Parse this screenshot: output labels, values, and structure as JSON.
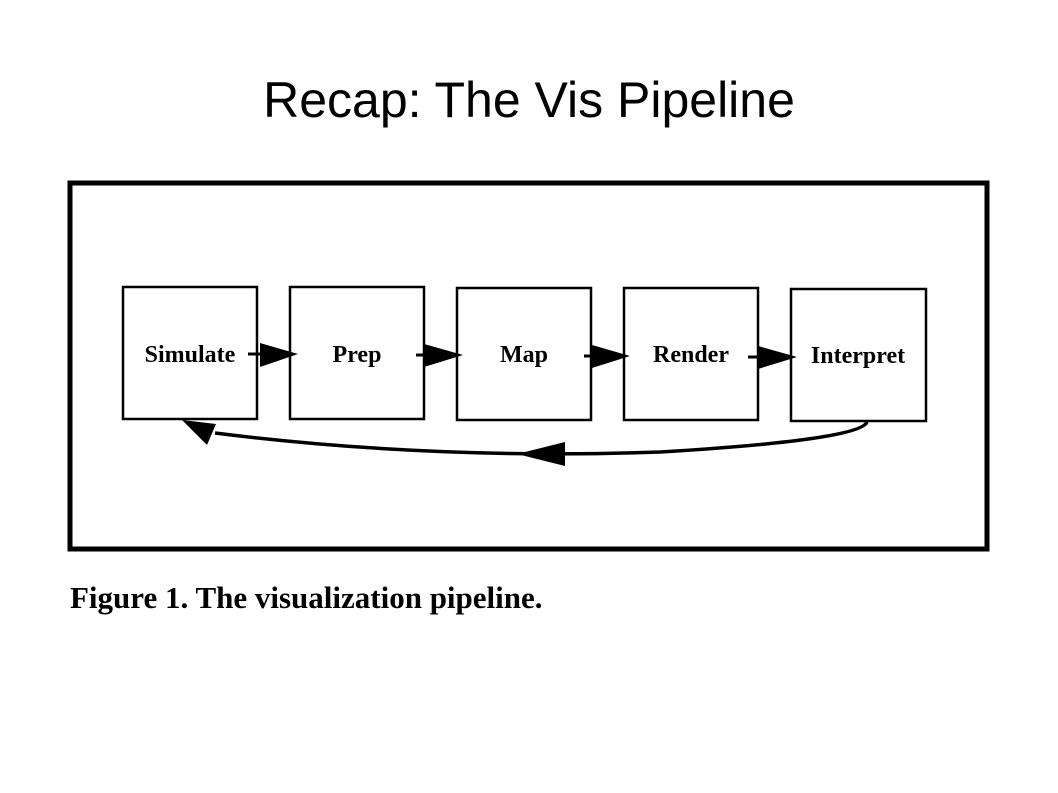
{
  "slide": {
    "title": "Recap: The Vis Pipeline"
  },
  "figure": {
    "caption": "Figure 1. The visualization pipeline.",
    "stages": [
      {
        "id": "simulate",
        "label": "Simulate"
      },
      {
        "id": "prep",
        "label": "Prep"
      },
      {
        "id": "map",
        "label": "Map"
      },
      {
        "id": "render",
        "label": "Render"
      },
      {
        "id": "interpret",
        "label": "Interpret"
      }
    ],
    "feedback_edge": {
      "from": "interpret",
      "to": "simulate"
    }
  },
  "colors": {
    "ink": "#000000",
    "background": "#ffffff"
  }
}
